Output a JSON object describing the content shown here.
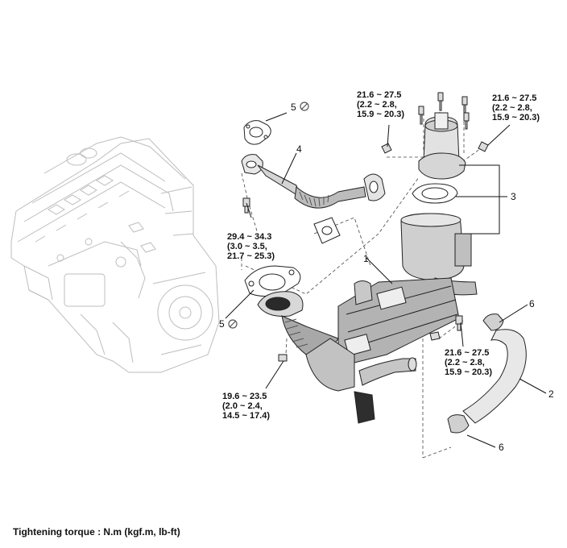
{
  "torque_labels": {
    "t1": {
      "l1": "21.6 ~ 27.5",
      "l2": "(2.2 ~ 2.8,",
      "l3": "15.9 ~ 20.3)"
    },
    "t2": {
      "l1": "21.6 ~ 27.5",
      "l2": "(2.2 ~ 2.8,",
      "l3": "15.9 ~ 20.3)"
    },
    "t3": {
      "l1": "29.4 ~ 34.3",
      "l2": "(3.0 ~ 3.5,",
      "l3": "21.7 ~ 25.3)"
    },
    "t4": {
      "l1": "21.6 ~ 27.5",
      "l2": "(2.2 ~ 2.8,",
      "l3": "15.9 ~ 20.3)"
    },
    "t5": {
      "l1": "19.6 ~ 23.5",
      "l2": "(2.0 ~ 2.4,",
      "l3": "14.5 ~ 17.4)"
    }
  },
  "callouts": {
    "c1": "1",
    "c2": "2",
    "c3": "3",
    "c4": "4",
    "c5a": "5",
    "c5b": "5",
    "c6a": "6",
    "c6b": "6"
  },
  "caption": "Tightening torque : N.m (kgf.m, lb-ft)",
  "icons": [
    "no-reuse-icon"
  ]
}
